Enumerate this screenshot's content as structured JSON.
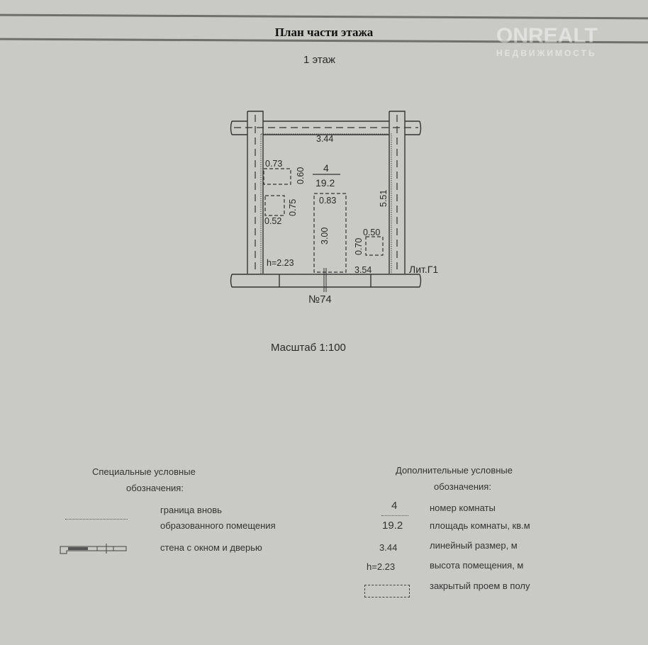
{
  "header": {
    "title": "План  части этажа",
    "floor": "1 этаж"
  },
  "watermark": {
    "brand": "ONREALT",
    "tagline": "НЕДВИЖИМОСТЬ"
  },
  "plan": {
    "room_number": "4",
    "room_area": "19.2",
    "top_width": "3.44",
    "bottom_width": "3.54",
    "right_length": "5.51",
    "height": "h=2.23",
    "opening1_w": "0.73",
    "opening1_h": "0.60",
    "opening2_w": "0.52",
    "opening2_h": "0.75",
    "opening3_w": "0.83",
    "opening3_h": "3.00",
    "opening4_w": "0.50",
    "opening4_h": "0.70",
    "building_letter": "Лит.Г1",
    "number": "№74"
  },
  "scale": "Масштаб 1:100",
  "legend_special": {
    "title1": "Специальные условные",
    "title2": "обозначения:",
    "items": [
      "граница вновь",
      "образованного помещения",
      "стена с окном и дверью"
    ]
  },
  "legend_extra": {
    "title1": "Дополнительные условные",
    "title2": "обозначения:",
    "items": [
      {
        "symbol": "4",
        "label": "номер комнаты"
      },
      {
        "symbol": "19.2",
        "label": "площадь комнаты, кв.м"
      },
      {
        "symbol": "3.44",
        "label": "линейный размер, м"
      },
      {
        "symbol": "h=2.23",
        "label": "высота помещения, м"
      },
      {
        "symbol": "",
        "label": "закрытый проем в полу"
      }
    ]
  }
}
